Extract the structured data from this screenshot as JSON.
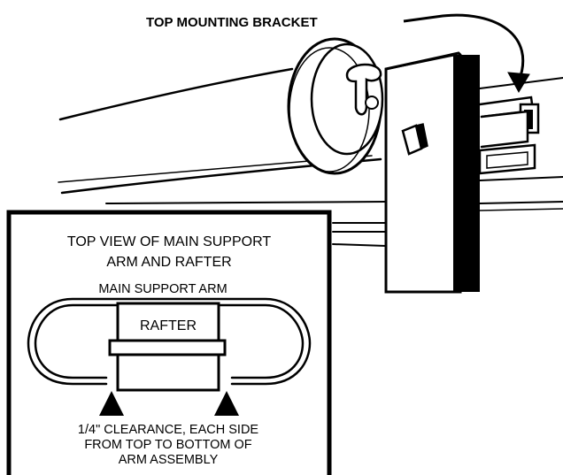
{
  "callout": {
    "label": "TOP MOUNTING BRACKET"
  },
  "inset": {
    "title_line1": "TOP VIEW OF MAIN SUPPORT",
    "title_line2": "ARM AND RAFTER",
    "arm_label": "MAIN SUPPORT ARM",
    "rafter_label": "RAFTER",
    "note_line1": "1/4\" CLEARANCE, EACH SIDE",
    "note_line2": "FROM TOP TO BOTTOM OF",
    "note_line3": "ARM ASSEMBLY"
  },
  "colors": {
    "ink": "#000000",
    "paper": "#ffffff"
  },
  "icons": [
    "curved-arrow-icon",
    "clearance-triangle-icon"
  ]
}
